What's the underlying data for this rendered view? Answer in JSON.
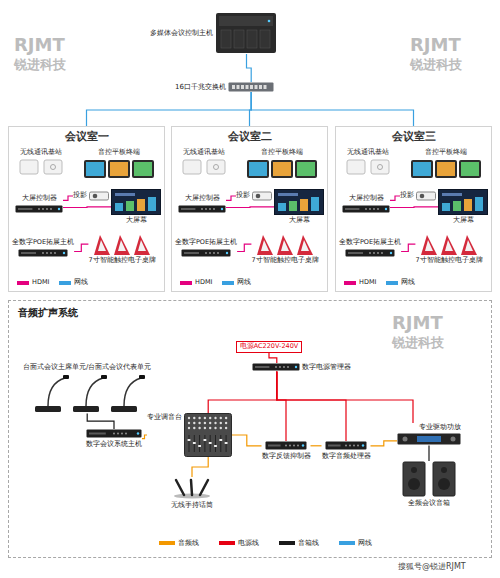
{
  "diagram": {
    "nodes": [
      {
        "text": [
          "多媒体会议控制主机"
        ]
      },
      {
        "text": [
          "16口千兆交换机"
        ]
      },
      {
        "text": [
          "会议室一"
        ]
      },
      {
        "text": [
          "无线通讯基站"
        ],
        "in": 2
      },
      {
        "text": [
          "音控平板终端"
        ],
        "in": 2
      },
      {
        "text": [
          "大屏控制器"
        ],
        "in": 2
      },
      {
        "text": [
          "投影"
        ],
        "in": 2
      },
      {
        "text": [
          "大屏幕"
        ],
        "in": 2
      },
      {
        "text": [
          "全数字POE拓展主机"
        ],
        "in": 2
      },
      {
        "text": [
          "7寸智能触控电子桌牌"
        ],
        "in": 2
      },
      {
        "text": [
          "会议室二"
        ]
      },
      {
        "text": [
          "无线通讯基站"
        ],
        "in": 10
      },
      {
        "text": [
          "音控平板终端"
        ],
        "in": 10
      },
      {
        "text": [
          "大屏控制器"
        ],
        "in": 10
      },
      {
        "text": [
          "投影"
        ],
        "in": 10
      },
      {
        "text": [
          "大屏幕"
        ],
        "in": 10
      },
      {
        "text": [
          "全数字POE拓展主机"
        ],
        "in": 10
      },
      {
        "text": [
          "7寸智能触控电子桌牌"
        ],
        "in": 10
      },
      {
        "text": [
          "会议室三"
        ]
      },
      {
        "text": [
          "无线通讯基站"
        ],
        "in": 18
      },
      {
        "text": [
          "音控平板终端"
        ],
        "in": 18
      },
      {
        "text": [
          "大屏控制器"
        ],
        "in": 18
      },
      {
        "text": [
          "投影"
        ],
        "in": 18
      },
      {
        "text": [
          "大屏幕"
        ],
        "in": 18
      },
      {
        "text": [
          "全数字POE拓展主机"
        ],
        "in": 18
      },
      {
        "text": [
          "7寸智能触控电子桌牌"
        ],
        "in": 18
      },
      {
        "text": [
          "音频扩声系统"
        ]
      },
      {
        "text": [
          "电源AC220V-240V"
        ],
        "in": 26
      },
      {
        "text": [
          "数字电源管理器"
        ],
        "in": 26
      },
      {
        "text": [
          "台面式会议主席单元/台面式会议代表单元"
        ],
        "in": 26
      },
      {
        "text": [
          "数字会议系统主机"
        ],
        "in": 26
      },
      {
        "text": [
          "专业调音台"
        ],
        "in": 26
      },
      {
        "text": [
          "无线手持话筒"
        ],
        "in": 26
      },
      {
        "text": [
          "数字反馈抑制器"
        ],
        "in": 26
      },
      {
        "text": [
          "数字音频处理器"
        ],
        "in": 26
      },
      {
        "text": [
          "专业驱动功放"
        ],
        "in": 26
      },
      {
        "text": [
          "全频会议音箱"
        ],
        "in": 26
      }
    ],
    "edges": [
      {
        "from": 0,
        "to": 1,
        "arrow": "none"
      },
      {
        "from": 1,
        "to": 2,
        "arrow": "none"
      },
      {
        "from": 1,
        "to": 10,
        "arrow": "none"
      },
      {
        "from": 1,
        "to": 18,
        "arrow": "none"
      },
      {
        "from": 5,
        "to": 6,
        "arrow": "none"
      },
      {
        "from": 5,
        "to": 7,
        "arrow": "none"
      },
      {
        "from": 8,
        "to": 9,
        "arrow": "none"
      },
      {
        "from": 13,
        "to": 14,
        "arrow": "none"
      },
      {
        "from": 13,
        "to": 15,
        "arrow": "none"
      },
      {
        "from": 16,
        "to": 17,
        "arrow": "none"
      },
      {
        "from": 21,
        "to": 22,
        "arrow": "none"
      },
      {
        "from": 21,
        "to": 23,
        "arrow": "none"
      },
      {
        "from": 24,
        "to": 25,
        "arrow": "none"
      },
      {
        "from": 29,
        "to": 30,
        "arrow": "none"
      },
      {
        "from": 30,
        "to": 31,
        "arrow": "none"
      },
      {
        "from": 32,
        "to": 31,
        "arrow": "none"
      },
      {
        "from": 31,
        "to": 33,
        "arrow": "none"
      },
      {
        "from": 33,
        "to": 34,
        "arrow": "none"
      },
      {
        "from": 34,
        "to": 35,
        "arrow": "none"
      },
      {
        "from": 35,
        "to": 36,
        "arrow": "none"
      },
      {
        "from": 27,
        "to": 28,
        "arrow": "none"
      },
      {
        "from": 28,
        "to": 31,
        "arrow": "none"
      },
      {
        "from": 28,
        "to": 33,
        "arrow": "none"
      },
      {
        "from": 28,
        "to": 34,
        "arrow": "none"
      },
      {
        "from": 28,
        "to": 35,
        "arrow": "none"
      }
    ],
    "labels": [
      "RJMT",
      "锐进科技",
      "RJMT",
      "锐进科技",
      "RJMT",
      "锐进科技",
      "搜狐号@锐进RJMT"
    ],
    "legend": [
      {
        "text": "HDMI",
        "color": "#e4007f"
      },
      {
        "text": "网线",
        "color": "#39a0e0"
      },
      {
        "text": "HDMI",
        "color": "#e4007f"
      },
      {
        "text": "网线",
        "color": "#39a0e0"
      },
      {
        "text": "HDMI",
        "color": "#e4007f"
      },
      {
        "text": "网线",
        "color": "#39a0e0"
      },
      {
        "text": "音频线",
        "color": "#f39800"
      },
      {
        "text": "电源线",
        "color": "#e60012"
      },
      {
        "text": "音箱线",
        "color": "#1a1a1a"
      },
      {
        "text": "网线",
        "color": "#39a0e0"
      }
    ]
  }
}
